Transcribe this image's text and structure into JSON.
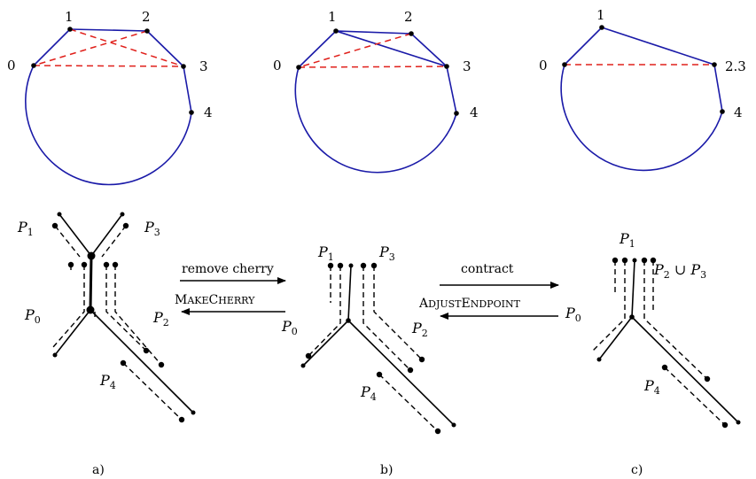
{
  "circles": [
    {
      "labels": [
        "0",
        "1",
        "2",
        "3",
        "4"
      ]
    },
    {
      "labels": [
        "0",
        "1",
        "2",
        "3",
        "4"
      ]
    },
    {
      "labels": [
        "0",
        "1",
        "2.3",
        "4"
      ]
    }
  ],
  "trees": {
    "a": {
      "p1": "P",
      "p1_sub": "1",
      "p3": "P",
      "p3_sub": "3",
      "p0": "P",
      "p0_sub": "0",
      "p2": "P",
      "p2_sub": "2",
      "p4": "P",
      "p4_sub": "4"
    },
    "b": {
      "p1": "P",
      "p1_sub": "1",
      "p3": "P",
      "p3_sub": "3",
      "p0": "P",
      "p0_sub": "0",
      "p2": "P",
      "p2_sub": "2",
      "p4": "P",
      "p4_sub": "4"
    },
    "c": {
      "p1": "P",
      "p1_sub": "1",
      "p23": "P",
      "p23_sub": "2",
      "p23_mid": " ∪ ",
      "p23_b": "P",
      "p23_b_sub": "3",
      "p0": "P",
      "p0_sub": "0",
      "p4": "P",
      "p4_sub": "4"
    }
  },
  "arrows": {
    "remove_cherry": "remove cherry",
    "make_cherry": {
      "cap1": "M",
      "small1": "AKE",
      "cap2": "C",
      "small2": "HERRY"
    },
    "contract": "contract",
    "adjust_endpoint": {
      "cap1": "A",
      "small1": "DJUST",
      "cap2": "E",
      "small2": "NDPOINT"
    }
  },
  "captions": [
    "a)",
    "b)",
    "c)"
  ],
  "colors": {
    "cycle": "#1a1aa8",
    "chord": "#e0201b",
    "tree": "#000000"
  }
}
